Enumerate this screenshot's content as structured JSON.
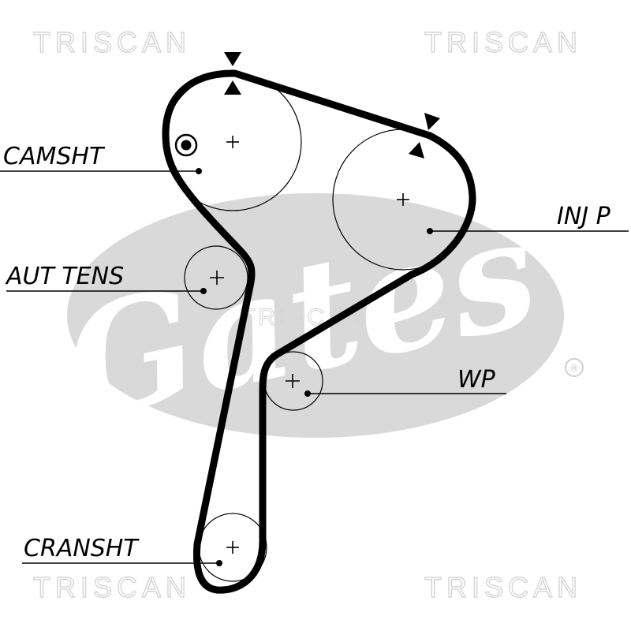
{
  "watermark": {
    "brand": "TRISCAN",
    "center_logo": "Gates",
    "registered_mark": "®"
  },
  "colors": {
    "belt": "#000000",
    "watermark": "#d9d9d9",
    "background": "#ffffff"
  },
  "labels": {
    "camshaft": "CAMSHT",
    "auto_tensioner": "AUT TENS",
    "injection_pump": "INJ P",
    "water_pump": "WP",
    "crankshaft": "CRANSHT"
  }
}
